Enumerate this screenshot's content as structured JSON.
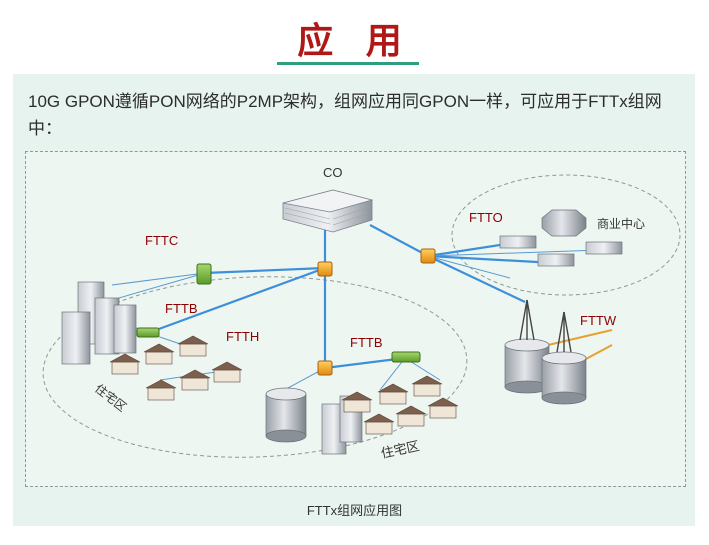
{
  "header": {
    "title": "应 用"
  },
  "intro": {
    "text": "10G  GPON遵循PON网络的P2MP架构，组网应用同GPON一样，可应用于FTTx组网中："
  },
  "diagram": {
    "co_label": "CO",
    "fttc_label": "FTTC",
    "fttb_left_label": "FTTB",
    "ftth_label": "FTTH",
    "fttb_center_label": "FTTB",
    "ftto_label": "FTTO",
    "fttw_label": "FTTW",
    "business_center_label": "商业中心",
    "residential_left_label": "住宅区",
    "residential_center_label": "住宅区"
  },
  "caption": {
    "text": "FTTx组网应用图"
  },
  "colors": {
    "title": "#b01818",
    "accent_line": "#2e9e7e",
    "fiber": "#3c8fd8",
    "fttw_link": "#e8a030",
    "label_red": "#8b0000"
  }
}
